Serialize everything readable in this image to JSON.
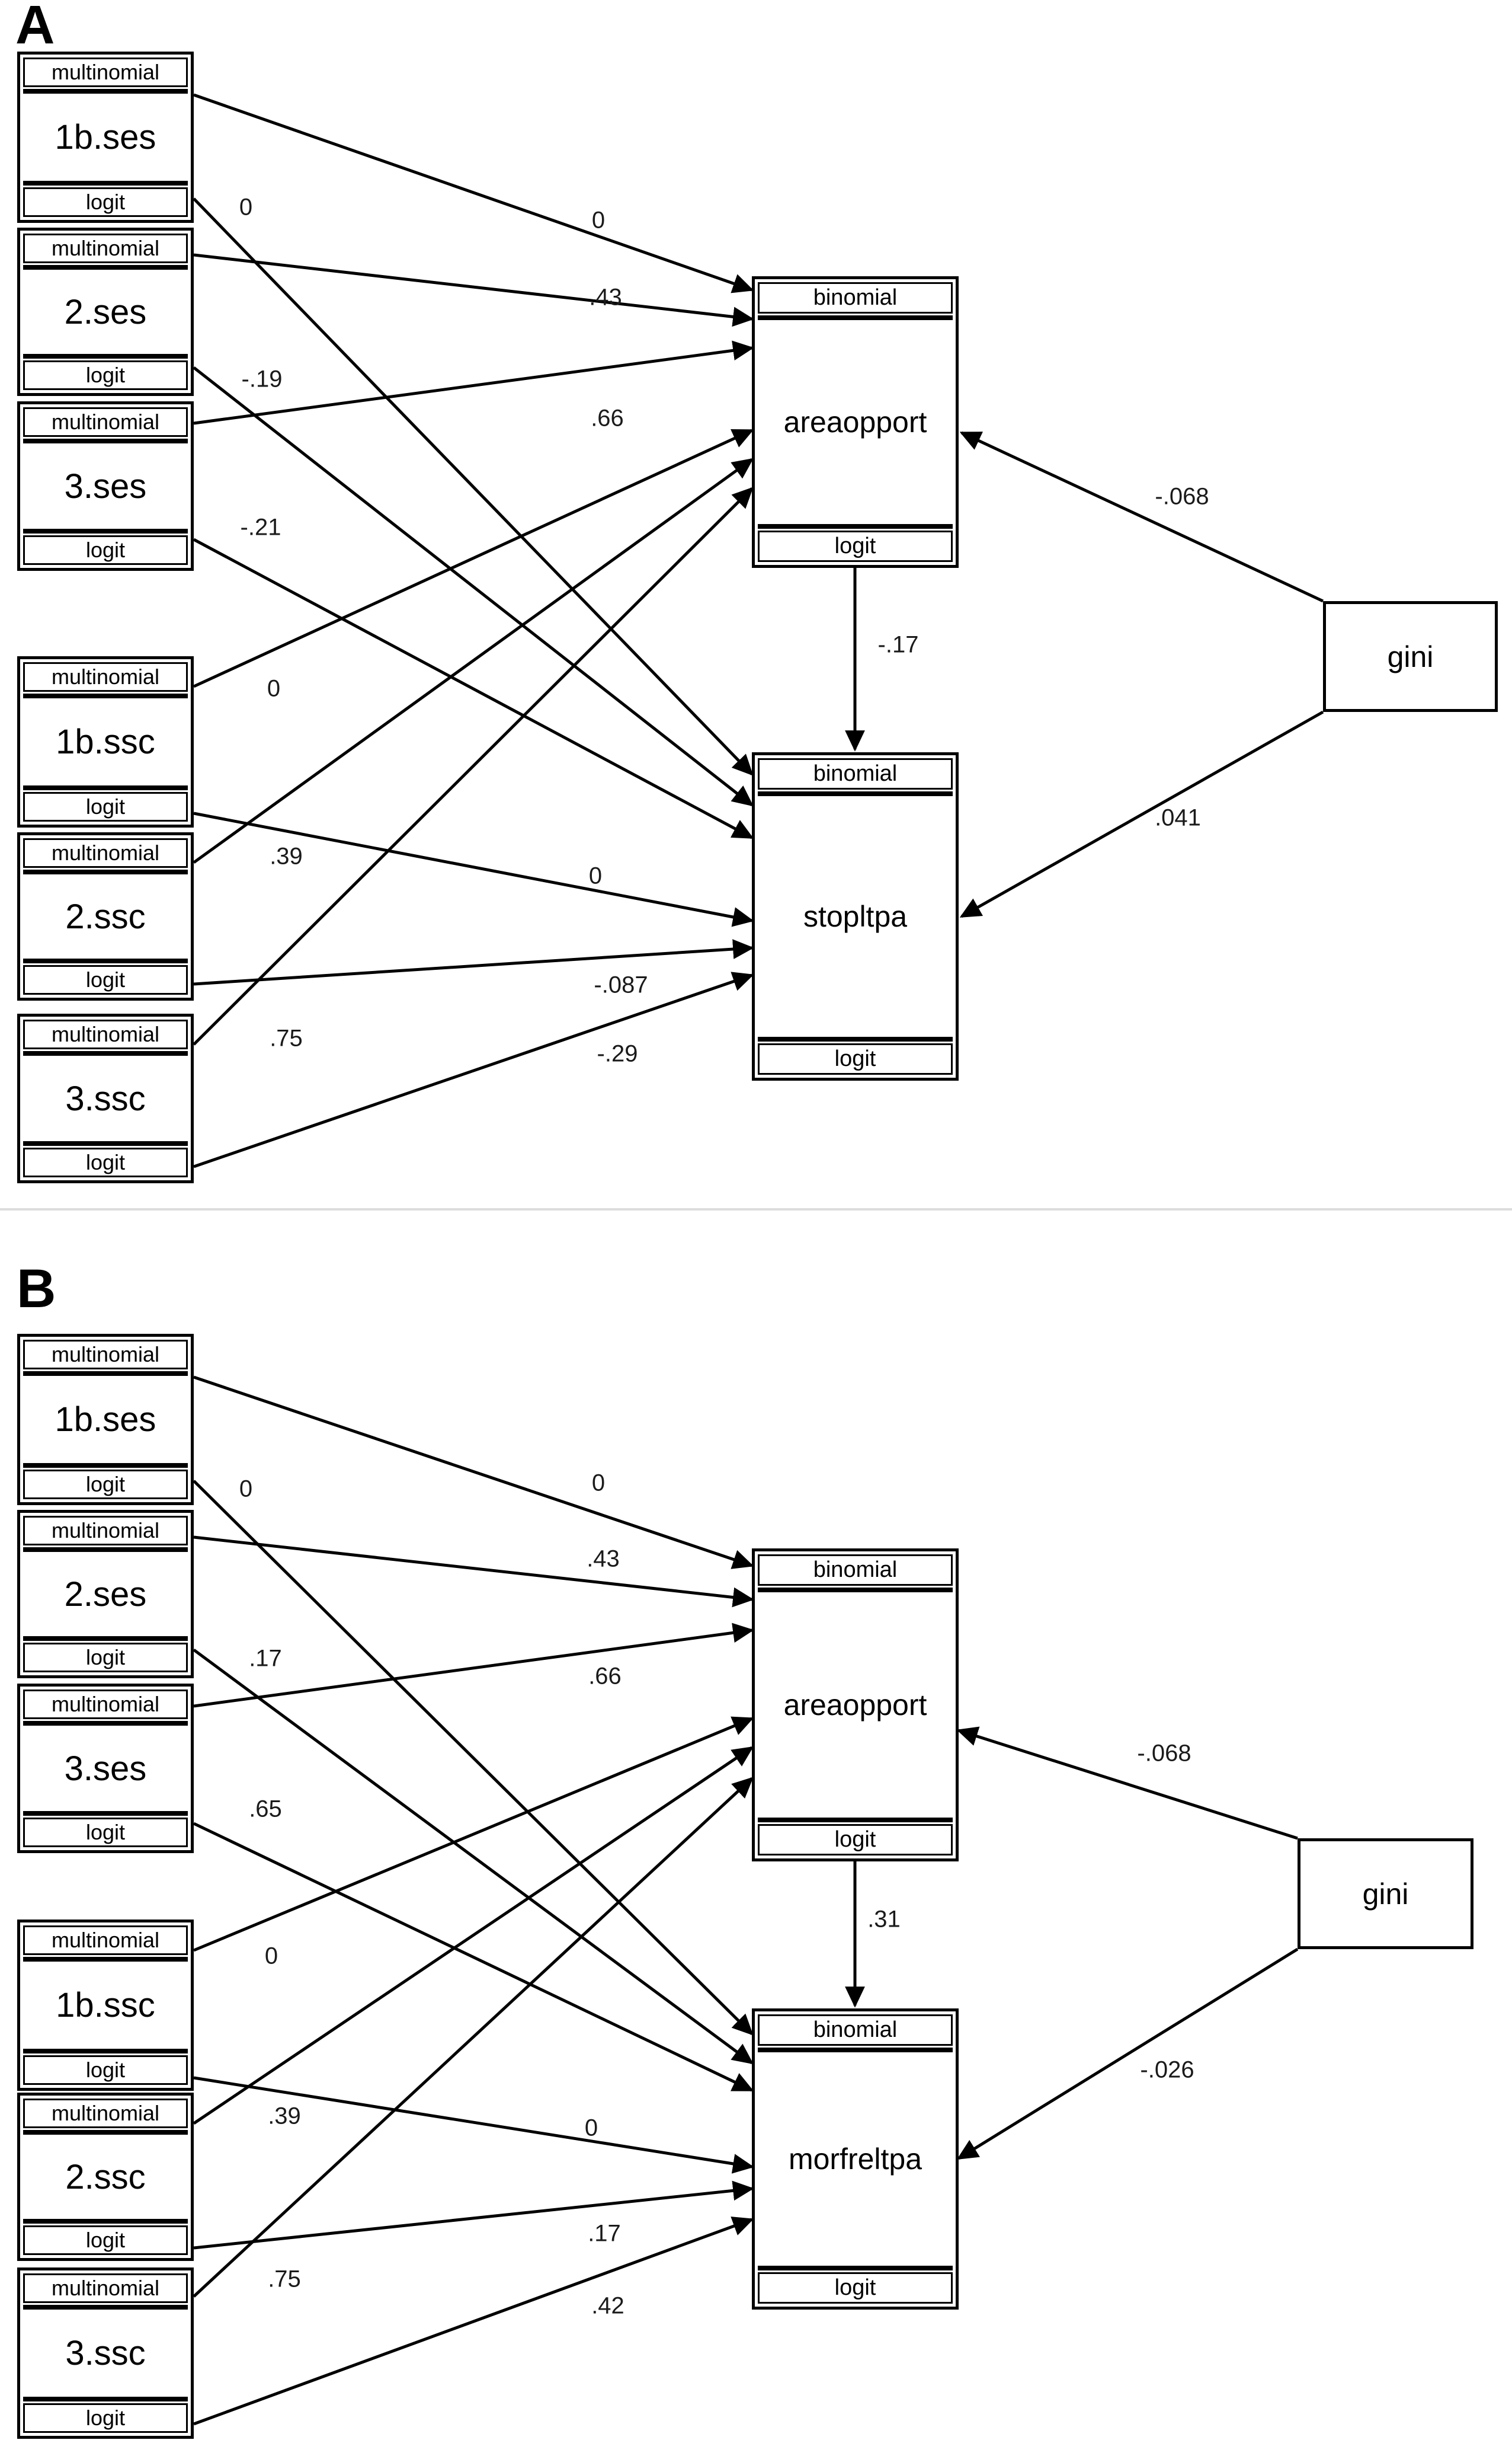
{
  "figure": {
    "divider_color": "#dcdcdc",
    "panels": [
      {
        "panel_label": "A",
        "boxes": {
          "ses1": {
            "header": "multinomial",
            "name": "1b.ses",
            "footer": "logit"
          },
          "ses2": {
            "header": "multinomial",
            "name": "2.ses",
            "footer": "logit"
          },
          "ses3": {
            "header": "multinomial",
            "name": "3.ses",
            "footer": "logit"
          },
          "ssc1": {
            "header": "multinomial",
            "name": "1b.ssc",
            "footer": "logit"
          },
          "ssc2": {
            "header": "multinomial",
            "name": "2.ssc",
            "footer": "logit"
          },
          "ssc3": {
            "header": "multinomial",
            "name": "3.ssc",
            "footer": "logit"
          },
          "outcome1": {
            "header": "binomial",
            "name": "areaopport",
            "footer": "logit"
          },
          "outcome2": {
            "header": "binomial",
            "name": "stopltpa",
            "footer": "logit"
          },
          "gini": {
            "name": "gini"
          }
        },
        "coefficients": {
          "ses1_out1": "0",
          "ses2_out1": ".43",
          "ses3_out1": ".66",
          "ses1_out2": "0",
          "ses2_out2": "-.19",
          "ses3_out2": "-.21",
          "ssc1_out1": "0",
          "ssc2_out1": ".39",
          "ssc3_out1": ".75",
          "ssc1_out2": "0",
          "ssc2_out2": "-.087",
          "ssc3_out2": "-.29",
          "out1_out2": "-.17",
          "gini_out1": "-.068",
          "gini_out2": ".041"
        }
      },
      {
        "panel_label": "B",
        "boxes": {
          "ses1": {
            "header": "multinomial",
            "name": "1b.ses",
            "footer": "logit"
          },
          "ses2": {
            "header": "multinomial",
            "name": "2.ses",
            "footer": "logit"
          },
          "ses3": {
            "header": "multinomial",
            "name": "3.ses",
            "footer": "logit"
          },
          "ssc1": {
            "header": "multinomial",
            "name": "1b.ssc",
            "footer": "logit"
          },
          "ssc2": {
            "header": "multinomial",
            "name": "2.ssc",
            "footer": "logit"
          },
          "ssc3": {
            "header": "multinomial",
            "name": "3.ssc",
            "footer": "logit"
          },
          "outcome1": {
            "header": "binomial",
            "name": "areaopport",
            "footer": "logit"
          },
          "outcome2": {
            "header": "binomial",
            "name": "morfreltpa",
            "footer": "logit"
          },
          "gini": {
            "name": "gini"
          }
        },
        "coefficients": {
          "ses1_out1": "0",
          "ses2_out1": ".43",
          "ses3_out1": ".66",
          "ses1_out2": "0",
          "ses2_out2": ".17",
          "ses3_out2": ".65",
          "ssc1_out1": "0",
          "ssc2_out1": ".39",
          "ssc3_out1": ".75",
          "ssc1_out2": "0",
          "ssc2_out2": ".17",
          "ssc3_out2": ".42",
          "out1_out2": ".31",
          "gini_out1": "-.068",
          "gini_out2": "-.026"
        }
      }
    ]
  }
}
